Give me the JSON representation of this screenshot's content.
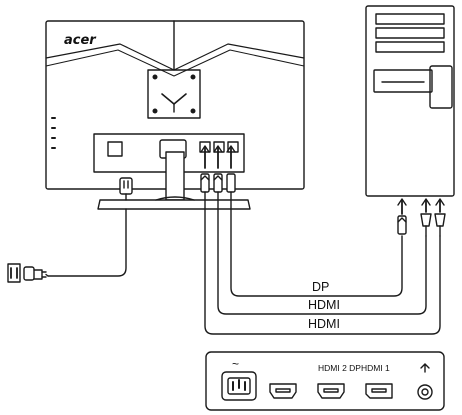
{
  "monitor": {
    "brand_logo": "acer"
  },
  "cables": {
    "dp_label": "DP",
    "hdmi_label_1": "HDMI",
    "hdmi_label_2": "HDMI"
  },
  "io_panel": {
    "power_symbol": "~",
    "port_labels": "HDMI 2 DPHDMI 1"
  },
  "icons": [
    "power-plug-icon",
    "ac-power-inlet-icon",
    "hdmi-port-icon",
    "displayport-icon",
    "audio-jack-icon"
  ],
  "colors": {
    "line": "#1a1a1a",
    "background": "#ffffff"
  }
}
